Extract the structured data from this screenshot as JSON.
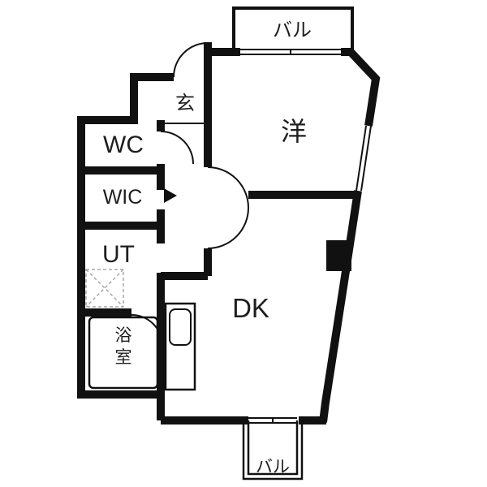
{
  "plan": {
    "labels": {
      "balcony_top": "バル",
      "entrance": "玄",
      "western_room": "洋",
      "wc": "WC",
      "wic": "WIC",
      "ut": "UT",
      "bath": "浴室",
      "dk": "DK",
      "balcony_bottom": "バル"
    },
    "colors": {
      "wall": "#111111",
      "text": "#1e1e1e",
      "background": "#ffffff",
      "washer_dash": "#a9a9a9"
    }
  }
}
